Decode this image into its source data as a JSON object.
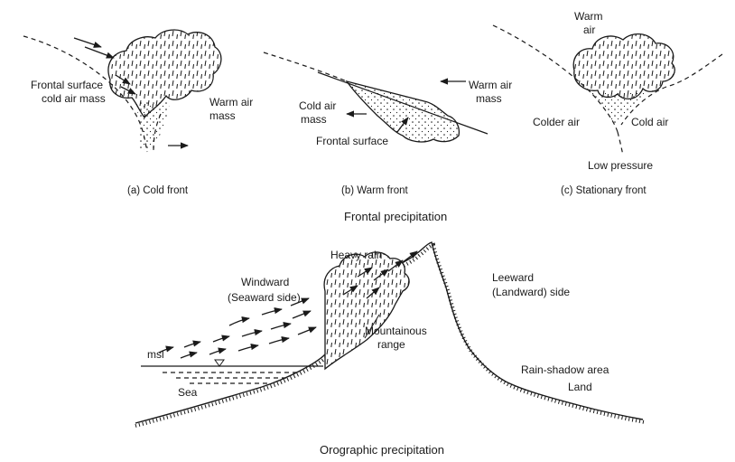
{
  "cold_front": {
    "label_frontal_surface": "Frontal surface",
    "label_cold_air_mass": "cold air mass",
    "label_warm_air": "Warm air",
    "label_mass": "mass",
    "caption": "(a) Cold front"
  },
  "warm_front": {
    "label_warm_air": "Warm air",
    "label_warm_mass": "mass",
    "label_cold_air": "Cold air",
    "label_cold_mass": "mass",
    "label_frontal_surface": "Frontal surface",
    "caption": "(b) Warm front"
  },
  "stationary_front": {
    "label_warm": "Warm",
    "label_air": "air",
    "label_colder_air": "Colder air",
    "label_cold_air": "Cold air",
    "label_low_pressure": "Low pressure",
    "caption": "(c) Stationary front"
  },
  "frontal_heading": "Frontal precipitation",
  "orographic": {
    "label_heavy_rain": "Heavy rain",
    "label_windward": "Windward",
    "label_seaward": "(Seaward side)",
    "label_msl": "msl",
    "label_sea": "Sea",
    "label_mountainous": "Mountainous",
    "label_range": "range",
    "label_leeward": "Leeward",
    "label_landward": "(Landward) side",
    "label_rain_shadow": "Rain-shadow area",
    "label_land": "Land",
    "caption": "Orographic precipitation"
  }
}
